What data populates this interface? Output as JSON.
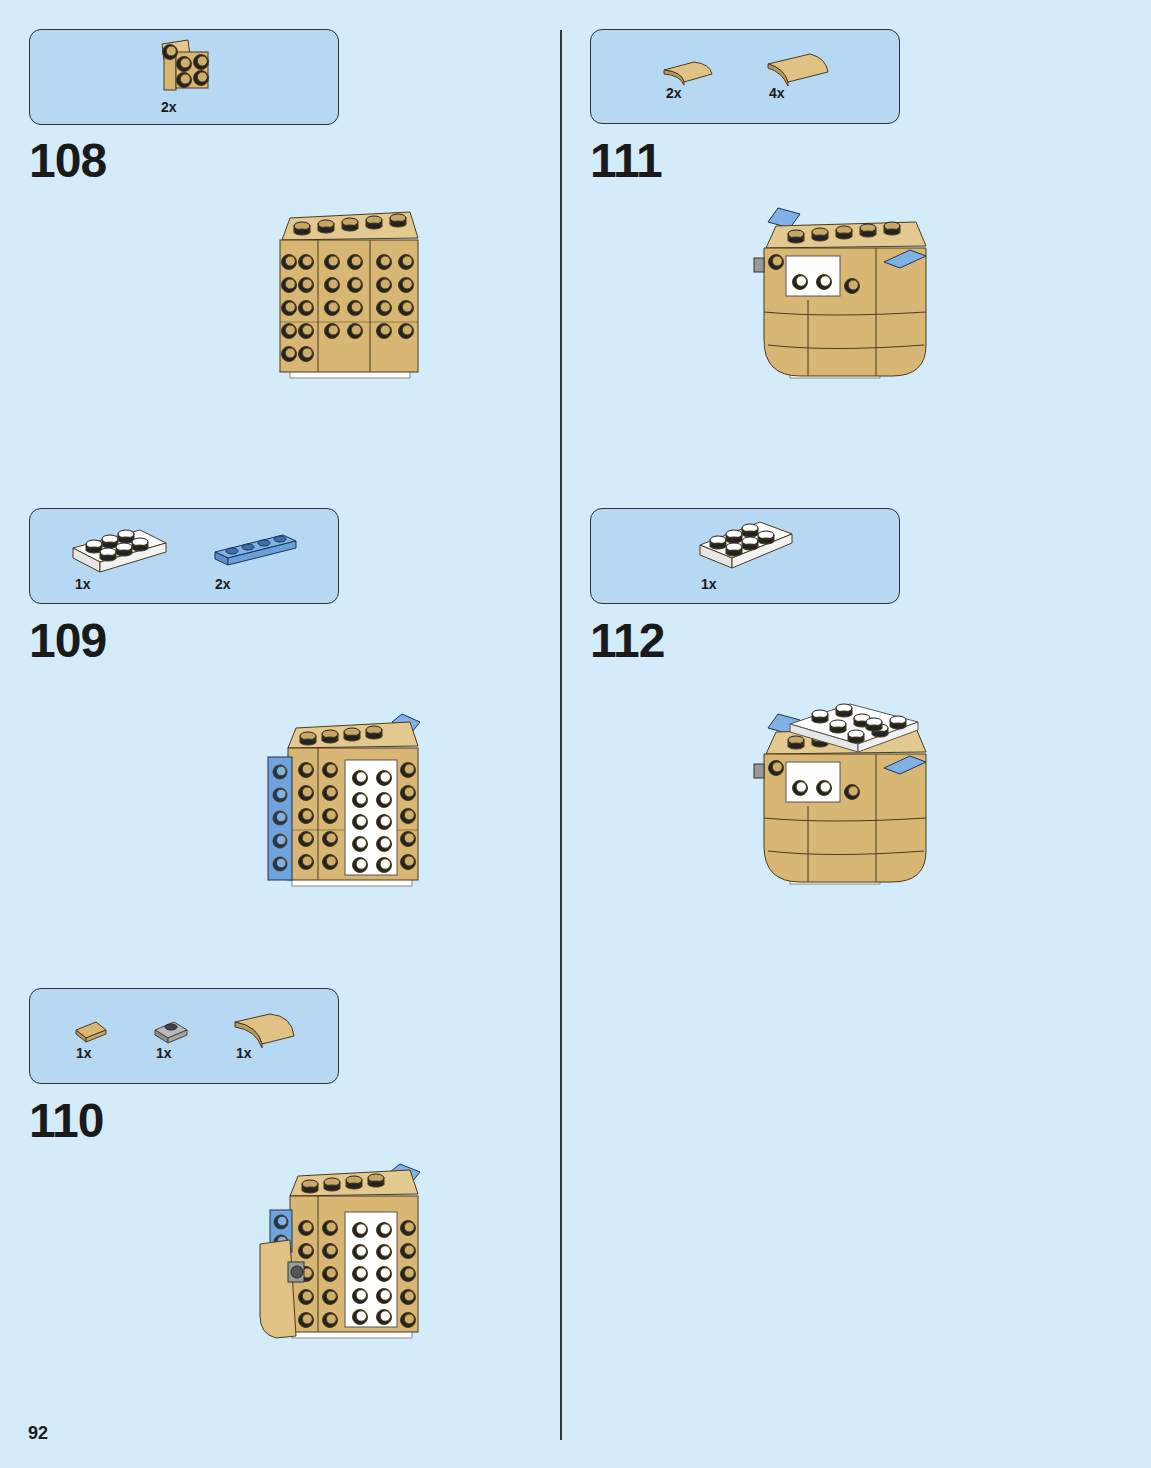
{
  "diagram": {
    "nodes": [
      {
        "text": [
          "2x"
        ]
      },
      {
        "text": [
          "1x",
          "2x"
        ]
      },
      {
        "text": [
          "1x",
          "1x",
          "1x"
        ]
      },
      {
        "text": [
          "2x",
          "4x"
        ]
      },
      {
        "text": [
          "1x"
        ]
      }
    ],
    "labels": [
      "108",
      "109",
      "110",
      "111",
      "112",
      "92"
    ]
  }
}
